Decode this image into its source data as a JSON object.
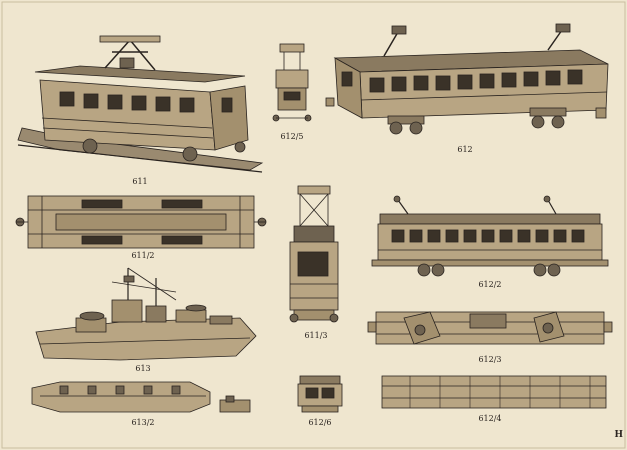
{
  "plate": {
    "corner_mark": "H",
    "figures": [
      {
        "id": "611",
        "label": "611",
        "desc": "tram-car-perspective"
      },
      {
        "id": "612_5",
        "label": "612/5",
        "desc": "pantograph-front-view"
      },
      {
        "id": "612",
        "label": "612",
        "desc": "long-tram-perspective"
      },
      {
        "id": "611_2",
        "label": "611/2",
        "desc": "chassis-plan"
      },
      {
        "id": "611_3",
        "label": "611/3",
        "desc": "tram-front-view"
      },
      {
        "id": "612_2",
        "label": "612/2",
        "desc": "long-tram-side"
      },
      {
        "id": "613",
        "label": "613",
        "desc": "warship"
      },
      {
        "id": "612_3",
        "label": "612/3",
        "desc": "long-chassis-plan"
      },
      {
        "id": "613_2",
        "label": "613/2",
        "desc": "warship-hull-plan"
      },
      {
        "id": "612_6",
        "label": "612/6",
        "desc": "end-view"
      },
      {
        "id": "612_4",
        "label": "612/4",
        "desc": "roof-plan"
      }
    ]
  },
  "colors": {
    "paper": "#efe6cf",
    "ink": "#2a2420",
    "wood": "#b8a583",
    "wood_dark": "#8a7a60",
    "shade": "#6e6250"
  }
}
